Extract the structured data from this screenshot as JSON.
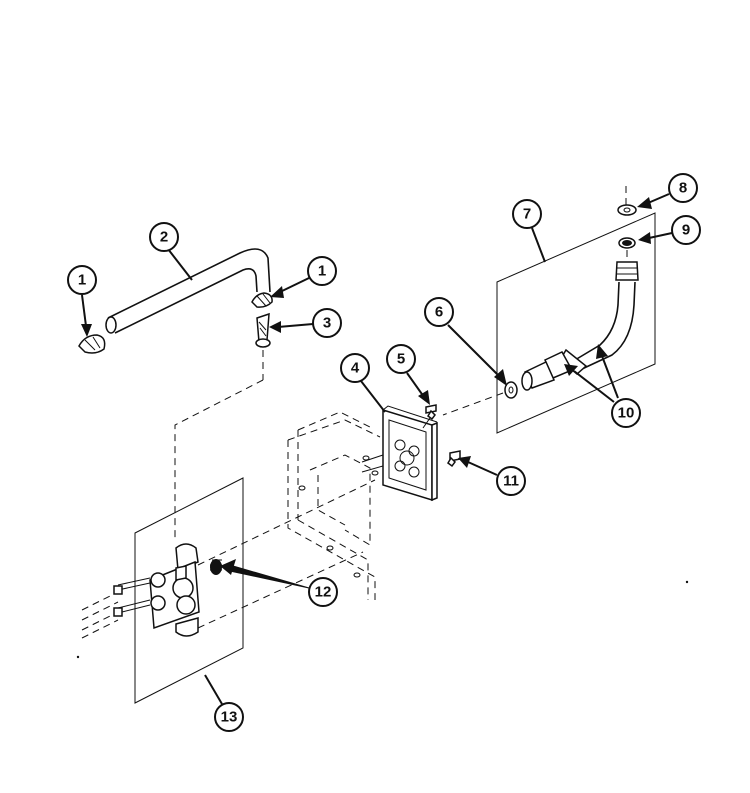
{
  "callouts": [
    {
      "id": "c1a",
      "label": "1"
    },
    {
      "id": "c2",
      "label": "2"
    },
    {
      "id": "c1b",
      "label": "1"
    },
    {
      "id": "c3",
      "label": "3"
    },
    {
      "id": "c4",
      "label": "4"
    },
    {
      "id": "c5",
      "label": "5"
    },
    {
      "id": "c6",
      "label": "6"
    },
    {
      "id": "c7",
      "label": "7"
    },
    {
      "id": "c8",
      "label": "8"
    },
    {
      "id": "c9",
      "label": "9"
    },
    {
      "id": "c10",
      "label": "10"
    },
    {
      "id": "c11",
      "label": "11"
    },
    {
      "id": "c12",
      "label": "12"
    },
    {
      "id": "c13",
      "label": "13"
    }
  ]
}
